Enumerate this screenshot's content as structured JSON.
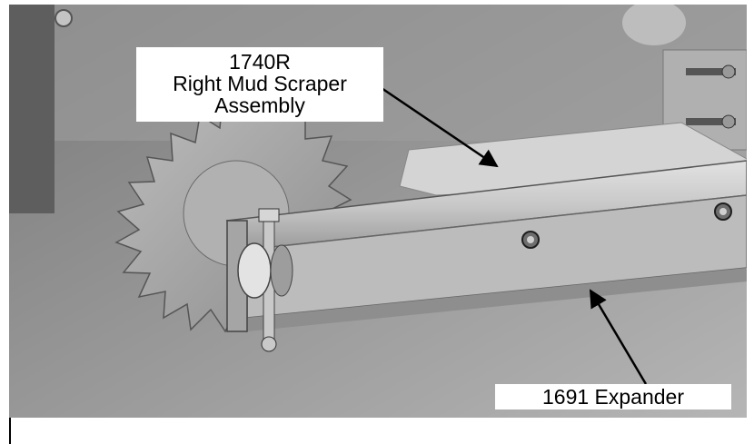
{
  "figure": {
    "callouts": [
      {
        "id": "scraper",
        "lines": [
          "1740R",
          "Right Mud Scraper",
          "Assembly"
        ]
      },
      {
        "id": "expander",
        "lines": [
          "1691 Expander"
        ]
      }
    ],
    "colors": {
      "metal_light": "#cfcfcf",
      "metal_mid": "#a9a9a9",
      "metal_dark": "#5c5c5c",
      "shadow": "#2b2b2b",
      "label_bg": "#ffffff",
      "line": "#000000"
    }
  }
}
